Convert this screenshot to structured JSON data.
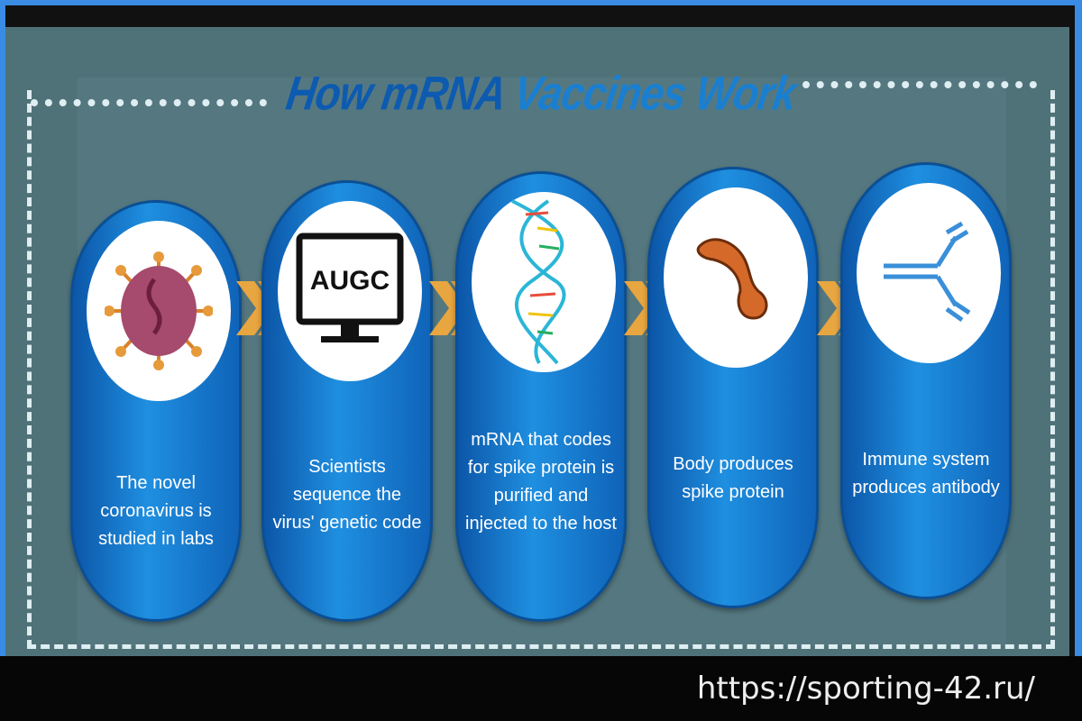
{
  "title": {
    "part1": "How mRNA",
    "part2": "Vaccines Work"
  },
  "steps": [
    {
      "icon": "coronavirus-icon",
      "text": "The novel coronavirus is studied in labs"
    },
    {
      "icon": "computer-monitor-icon",
      "monitor_text": "AUGC",
      "text": "Scientists sequence the virus' genetic code"
    },
    {
      "icon": "mrna-helix-icon",
      "text": "mRNA that codes for spike protein is purified and injected to the host"
    },
    {
      "icon": "spike-protein-icon",
      "text": "Body produces spike protein"
    },
    {
      "icon": "antibody-icon",
      "text": "Immune system produces antibody"
    }
  ],
  "watermark": "https://sporting-42.ru/",
  "colors": {
    "pill": "#1f8fe0",
    "chevron": "#e8a640",
    "panel": "#4f7279"
  }
}
